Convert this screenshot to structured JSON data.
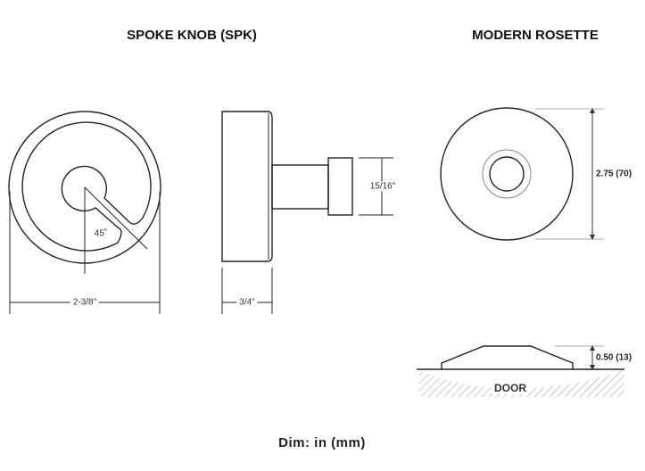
{
  "titles": {
    "spoke_knob": "SPOKE KNOB (SPK)",
    "modern_rosette": "MODERN ROSETTE"
  },
  "knob": {
    "angle_label": "45˚",
    "width_label": "2-3/8\"",
    "depth_label": "3/4\"",
    "cap_label": "15/16\""
  },
  "rosette": {
    "diameter_label": "2.75 (70)",
    "height_label": "0.50 (13)",
    "door_label": "DOOR"
  },
  "footer": {
    "units": "Dim: in (mm)"
  }
}
